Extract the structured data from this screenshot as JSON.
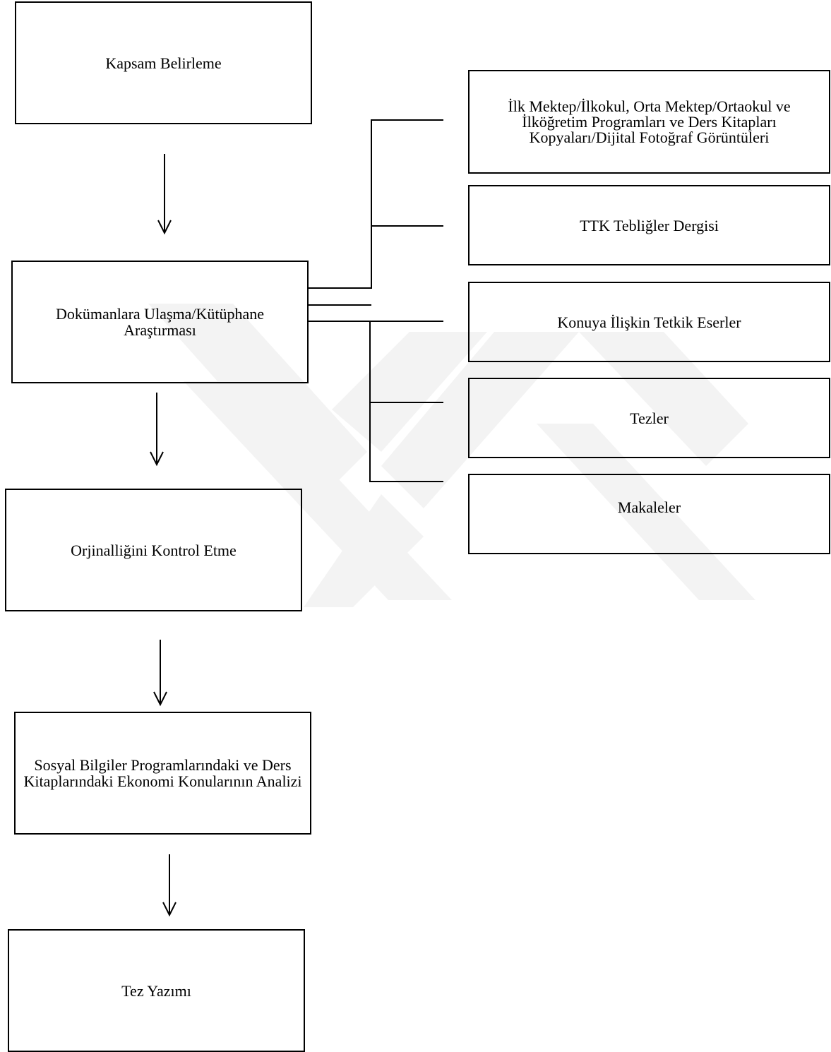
{
  "nodes": {
    "kapsam": "Kapsam Belirleme",
    "dokuman": "Dokümanlara Ulaşma/Kütüphane Araştırması",
    "orjinal": "Orjinalliğini Kontrol Etme",
    "sosyal": "Sosyal Bilgiler Programlarındaki ve Ders Kitaplarındaki Ekonomi Konularının Analizi",
    "tez": "Tez Yazımı",
    "ilk": "İlk Mektep/İlkokul, Orta Mektep/Ortaokul ve İlköğretim Programları ve Ders Kitapları Kopyaları/Dijital Fotoğraf Görüntüleri",
    "ttk": "TTK Tebliğler Dergisi",
    "konuya": "Konuya İlişkin Tetkik Eserler",
    "tezler": "Tezler",
    "makale": "Makaleler"
  },
  "colors": {
    "line": "#000000",
    "watermark": "#f2f2f2",
    "background": "#ffffff"
  }
}
